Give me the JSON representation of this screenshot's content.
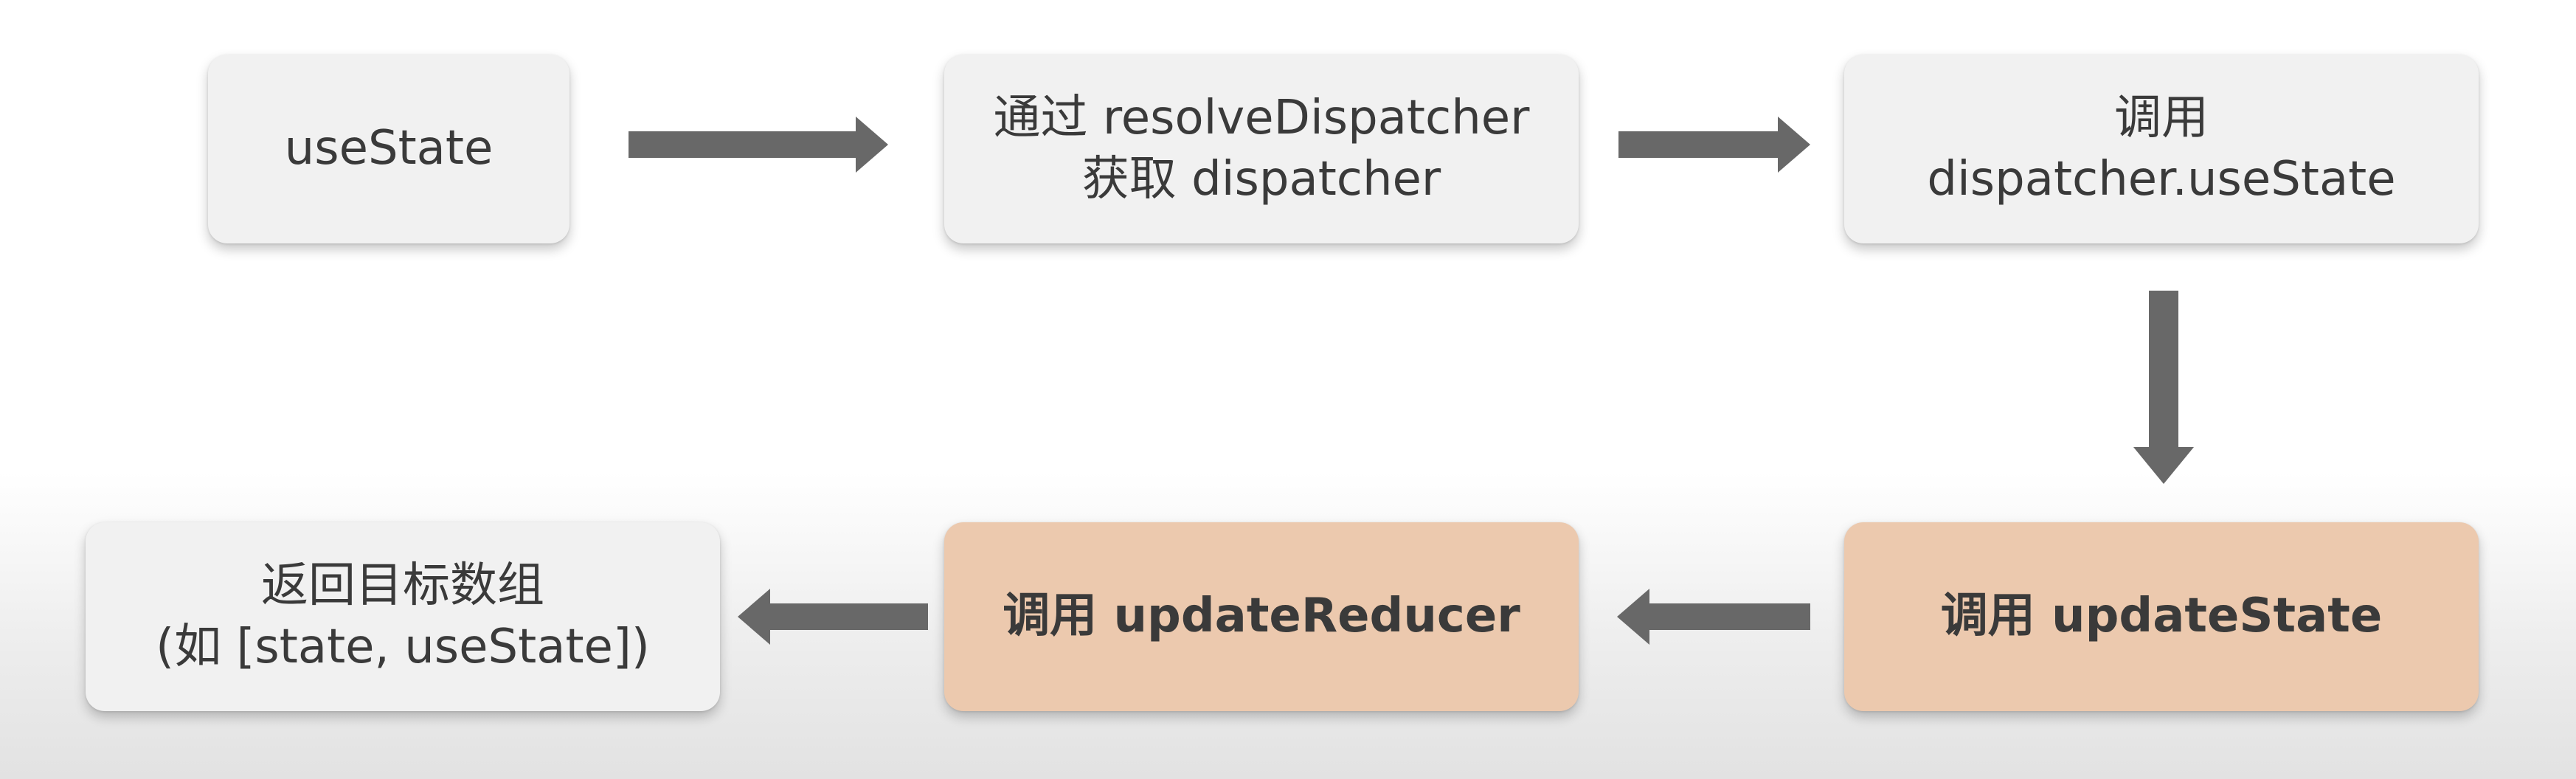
{
  "nodes": {
    "use_state": {
      "lines": [
        "useState"
      ]
    },
    "get_dispatcher": {
      "lines": [
        "通过 resolveDispatcher",
        "获取 dispatcher"
      ]
    },
    "call_dispatcher": {
      "lines": [
        "调用",
        "dispatcher.useState"
      ]
    },
    "update_state": {
      "lines": [
        "调用 updateState"
      ]
    },
    "update_reducer": {
      "lines": [
        "调用 updateReducer"
      ]
    },
    "return_array": {
      "lines": [
        "返回目标数组",
        "(如 [state, useState])"
      ]
    }
  },
  "colors": {
    "box_default": "#f1f1f1",
    "box_highlight": "#ecc9ae",
    "arrow": "#686868",
    "text": "#3a3a3a"
  }
}
